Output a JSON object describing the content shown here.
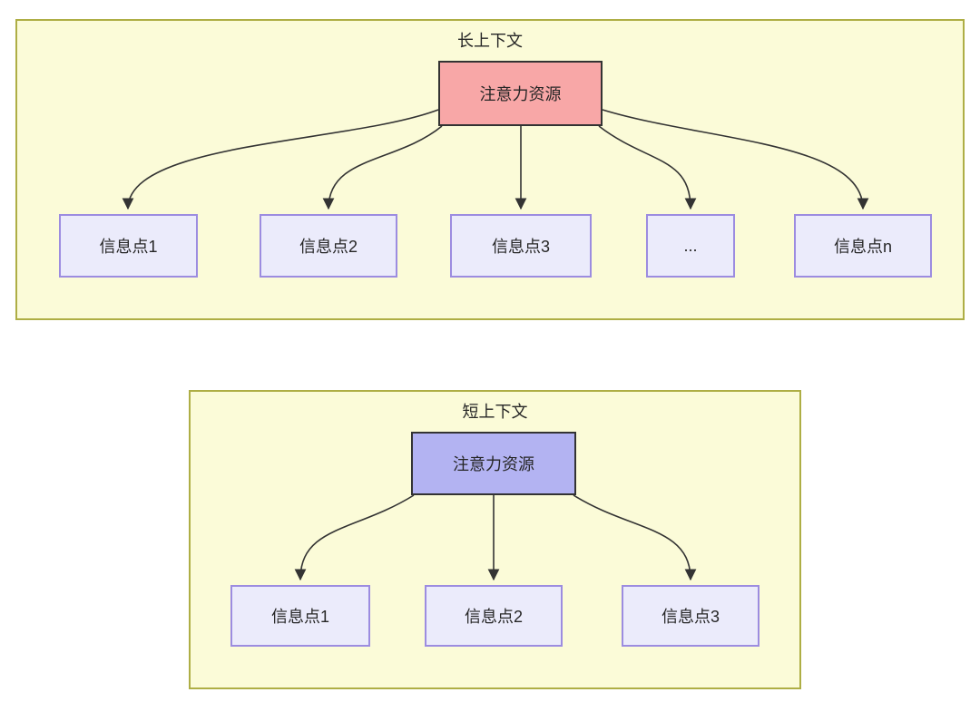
{
  "colors": {
    "container_fill": "#fbfbd8",
    "container_border": "#aeae45",
    "long_hub_fill": "#f8a7a7",
    "short_hub_fill": "#b3b3f2",
    "hub_border": "#333333",
    "node_fill": "#ebebfb",
    "node_border": "#9c8ce0",
    "arrow": "#333333",
    "text": "#262626"
  },
  "diagram": {
    "long_context": {
      "title": "长上下文",
      "hub_label": "注意力资源",
      "nodes": [
        {
          "label": "信息点1"
        },
        {
          "label": "信息点2"
        },
        {
          "label": "信息点3"
        },
        {
          "label": "..."
        },
        {
          "label": "信息点n"
        }
      ]
    },
    "short_context": {
      "title": "短上下文",
      "hub_label": "注意力资源",
      "nodes": [
        {
          "label": "信息点1"
        },
        {
          "label": "信息点2"
        },
        {
          "label": "信息点3"
        }
      ]
    }
  }
}
